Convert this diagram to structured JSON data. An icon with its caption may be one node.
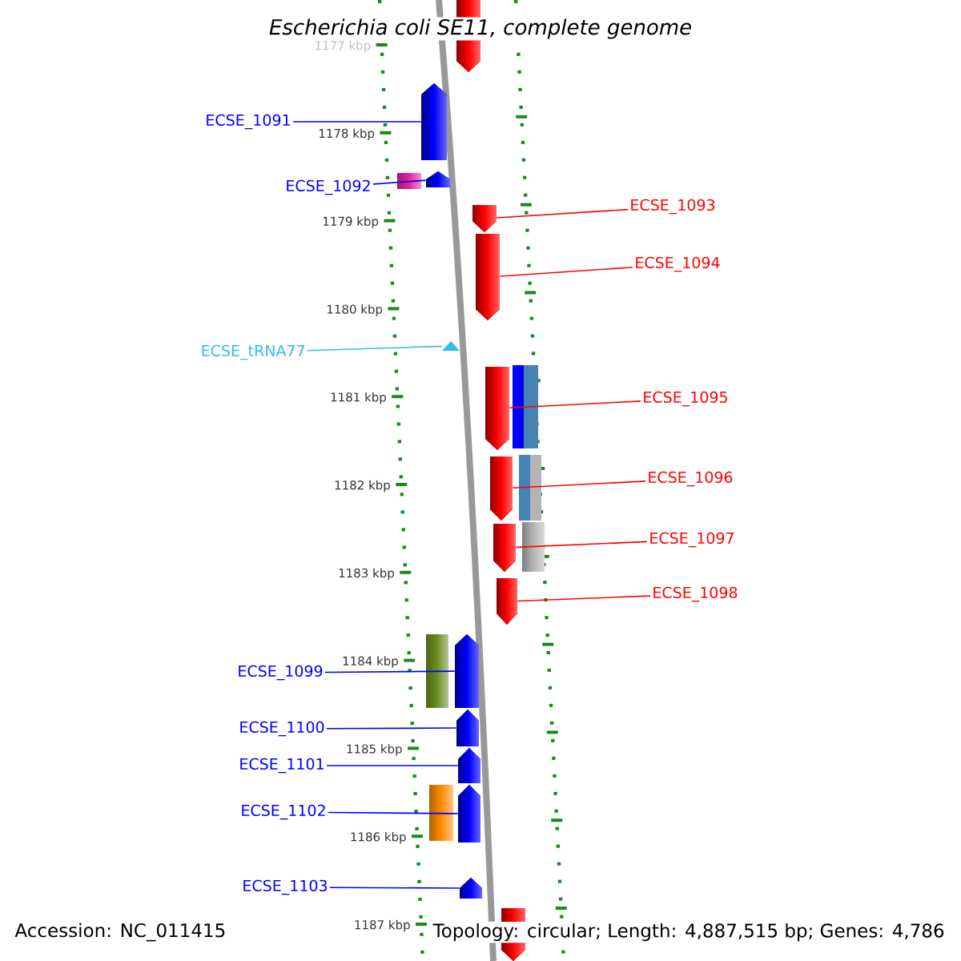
{
  "diagram": {
    "title": "Escherichia coli SE11, complete genome",
    "nodes": [
      {
        "text": [
          "ECSE_1091"
        ]
      },
      {
        "text": [],
        "shape": "bar"
      },
      {
        "text": [
          "ECSE_1092"
        ]
      },
      {
        "text": [],
        "shape": "bar"
      },
      {
        "text": [
          "ECSE_1093"
        ]
      },
      {
        "text": [],
        "shape": "bar"
      },
      {
        "text": [
          "ECSE_1094"
        ]
      },
      {
        "text": [],
        "shape": "bar"
      },
      {
        "text": [
          "ECSE_tRNA77"
        ]
      },
      {
        "text": [],
        "shape": "triangle"
      },
      {
        "text": [
          "ECSE_1095"
        ]
      },
      {
        "text": [],
        "shape": "bar"
      },
      {
        "text": [
          "ECSE_1096"
        ]
      },
      {
        "text": [],
        "shape": "bar"
      },
      {
        "text": [
          "ECSE_1097"
        ]
      },
      {
        "text": [],
        "shape": "bar"
      },
      {
        "text": [
          "ECSE_1098"
        ]
      },
      {
        "text": [],
        "shape": "bar"
      },
      {
        "text": [
          "ECSE_1099"
        ]
      },
      {
        "text": [],
        "shape": "bar"
      },
      {
        "text": [
          "ECSE_1100"
        ]
      },
      {
        "text": [],
        "shape": "bar"
      },
      {
        "text": [
          "ECSE_1101"
        ]
      },
      {
        "text": [],
        "shape": "bar"
      },
      {
        "text": [
          "ECSE_1102"
        ]
      },
      {
        "text": [],
        "shape": "bar"
      },
      {
        "text": [
          "ECSE_1103"
        ]
      },
      {
        "text": [],
        "shape": "bar"
      },
      {
        "text": [],
        "shape": "bar"
      },
      {
        "text": [],
        "shape": "bar"
      }
    ],
    "edges": [
      {
        "from": 0,
        "to": 1,
        "arrow": "none"
      },
      {
        "from": 2,
        "to": 3,
        "arrow": "none"
      },
      {
        "from": 4,
        "to": 5,
        "arrow": "none",
        "color": "#ff0000"
      },
      {
        "from": 6,
        "to": 7,
        "arrow": "none",
        "color": "#ff0000"
      },
      {
        "from": 8,
        "to": 9,
        "arrow": "none",
        "color": "#33bbee"
      },
      {
        "from": 10,
        "to": 11,
        "arrow": "none",
        "color": "#ff0000"
      },
      {
        "from": 12,
        "to": 13,
        "arrow": "none",
        "color": "#ff0000"
      },
      {
        "from": 14,
        "to": 15,
        "arrow": "none",
        "color": "#ff0000"
      },
      {
        "from": 16,
        "to": 17,
        "arrow": "none",
        "color": "#ff0000"
      },
      {
        "from": 18,
        "to": 19,
        "arrow": "none"
      },
      {
        "from": 20,
        "to": 21,
        "arrow": "none"
      },
      {
        "from": 22,
        "to": 23,
        "arrow": "none"
      },
      {
        "from": 24,
        "to": 25,
        "arrow": "none"
      },
      {
        "from": 26,
        "to": 27,
        "arrow": "none"
      }
    ],
    "labels": [
      "1177 kbp",
      "1178 kbp",
      "1179 kbp",
      "1180 kbp",
      "1181 kbp",
      "1182 kbp",
      "1183 kbp",
      "1184 kbp",
      "1185 kbp",
      "1186 kbp",
      "1187 kbp",
      "Accession: NC_011415",
      "Topology: circular; Length: 4,887,515 bp; Genes: 4,786"
    ]
  }
}
